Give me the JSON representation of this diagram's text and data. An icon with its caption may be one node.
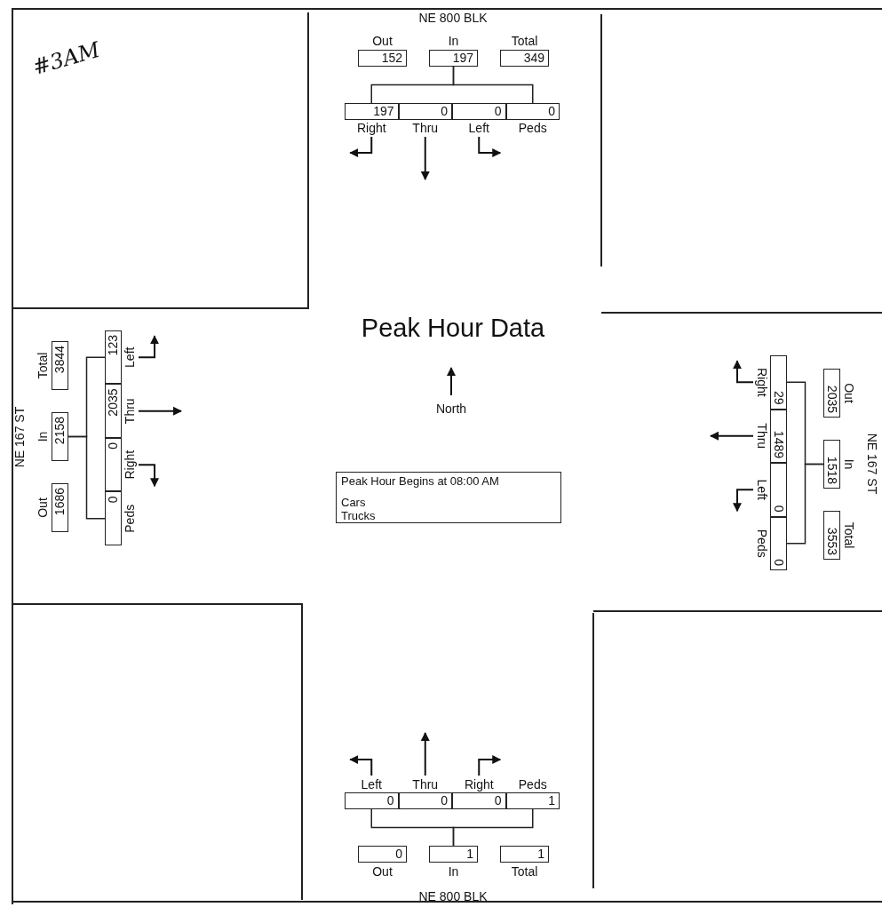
{
  "diagram": {
    "title": "Peak Hour Data",
    "nodes": [
      {
        "text": [
          "152"
        ],
        "beside": [
          "Out"
        ]
      },
      {
        "text": [
          "197"
        ],
        "beside": [
          "In"
        ]
      },
      {
        "text": [
          "349"
        ],
        "beside": [
          "Total"
        ]
      },
      {
        "text": [
          "197"
        ],
        "beside": [
          "Right"
        ]
      },
      {
        "text": [
          "0"
        ],
        "beside": [
          "Thru"
        ]
      },
      {
        "text": [
          "0"
        ],
        "beside": [
          "Left"
        ]
      },
      {
        "text": [
          "0"
        ],
        "beside": [
          "Peds"
        ]
      },
      {
        "text": [
          "1686"
        ],
        "beside": [
          "Out"
        ]
      },
      {
        "text": [
          "2158"
        ],
        "beside": [
          "In"
        ]
      },
      {
        "text": [
          "3844"
        ],
        "beside": [
          "Total"
        ]
      },
      {
        "text": [
          "0"
        ],
        "beside": [
          "Peds"
        ]
      },
      {
        "text": [
          "0"
        ],
        "beside": [
          "Right"
        ]
      },
      {
        "text": [
          "2035"
        ],
        "beside": [
          "Thru"
        ]
      },
      {
        "text": [
          "123"
        ],
        "beside": [
          "Left"
        ]
      },
      {
        "text": [
          "Peak Hour Begins at 08:00 AM",
          "Cars",
          "Trucks"
        ]
      },
      {
        "text": [
          "2035"
        ],
        "beside": [
          "Out"
        ]
      },
      {
        "text": [
          "1518"
        ],
        "beside": [
          "In"
        ]
      },
      {
        "text": [
          "3553"
        ],
        "beside": [
          "Total"
        ]
      },
      {
        "text": [
          "29"
        ],
        "beside": [
          "Right"
        ]
      },
      {
        "text": [
          "1489"
        ],
        "beside": [
          "Thru"
        ]
      },
      {
        "text": [
          "0"
        ],
        "beside": [
          "Left"
        ]
      },
      {
        "text": [
          "0"
        ],
        "beside": [
          "Peds"
        ]
      },
      {
        "text": [
          "0"
        ],
        "beside": [
          "Left"
        ]
      },
      {
        "text": [
          "0"
        ],
        "beside": [
          "Thru"
        ]
      },
      {
        "text": [
          "0"
        ],
        "beside": [
          "Right"
        ]
      },
      {
        "text": [
          "1"
        ],
        "beside": [
          "Peds"
        ]
      },
      {
        "text": [
          "0"
        ],
        "beside": [
          "Out"
        ]
      },
      {
        "text": [
          "1"
        ],
        "beside": [
          "In"
        ]
      },
      {
        "text": [
          "1"
        ],
        "beside": [
          "Total"
        ]
      }
    ],
    "edges": [
      {
        "from": 1,
        "to": 3,
        "arrow": "none"
      },
      {
        "from": 1,
        "to": 6,
        "arrow": "none"
      },
      {
        "from": 8,
        "to": 10,
        "arrow": "none"
      },
      {
        "from": 8,
        "to": 13,
        "arrow": "none"
      },
      {
        "from": 16,
        "to": 18,
        "arrow": "none"
      },
      {
        "from": 16,
        "to": 21,
        "arrow": "none"
      },
      {
        "from": 27,
        "to": 22,
        "arrow": "none"
      },
      {
        "from": 27,
        "to": 25,
        "arrow": "none"
      }
    ],
    "labels": [
      "#3AM",
      "NE 800 BLK",
      "NE 167 ST",
      "North",
      "NE 167 ST",
      "NE 800 BLK"
    ]
  }
}
